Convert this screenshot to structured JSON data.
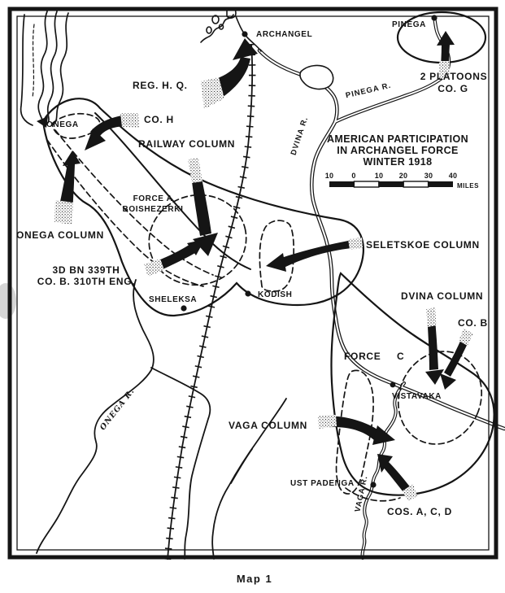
{
  "map": {
    "caption": "Map 1",
    "title": {
      "line1": "AMERICAN PARTICIPATION",
      "line2": "IN ARCHANGEL FORCE",
      "line3": "WINTER 1918"
    },
    "scale": {
      "t0": "10",
      "t1": "0",
      "t2": "10",
      "t3": "20",
      "t4": "30",
      "t5": "40",
      "unit": "MILES"
    },
    "labels": {
      "archangel": "ARCHANGEL",
      "pinega": "PINEGA",
      "onega": "ONEGA",
      "sheleksa": "SHELEKSA",
      "kodish": "KODISH",
      "vistavaka": "VISTAVAKA",
      "ust_padenga": "UST PADENGA",
      "reg_hq": "REG. H. Q.",
      "co_h": "CO. H",
      "railway_column": "RAILWAY COLUMN",
      "onega_column": "ONEGA COLUMN",
      "force_a1": "FORCE A",
      "force_a2": "BOISHEZERKI",
      "bn1": "3D BN 339TH",
      "bn2": "CO. B. 310TH ENG.",
      "seletskoe": "SELETSKOE COLUMN",
      "dvina_column": "DVINA COLUMN",
      "co_b": "CO. B",
      "force_c_word": "FORCE",
      "force_c_letter": "C",
      "vaga_column": "VAGA COLUMN",
      "cos_acd": "COS. A, C, D",
      "platoons1": "2 PLATOONS",
      "platoons2": "CO. G",
      "pinega_r": "PINEGA R.",
      "dvina_r": "DVINA R.",
      "vaga_r": "VAGA R.",
      "onega_r": "ONEGA R."
    },
    "colors": {
      "ink": "#151515",
      "paper": "#ffffff"
    }
  }
}
